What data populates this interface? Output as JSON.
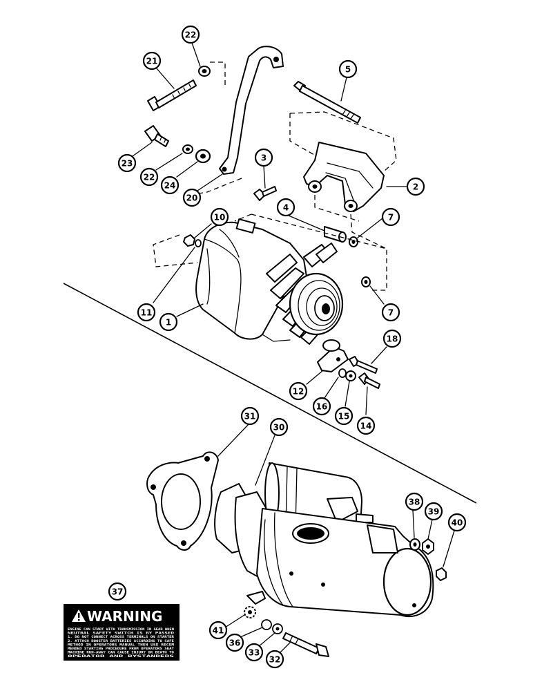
{
  "callouts": [
    {
      "num": "21"
    },
    {
      "num": "22"
    },
    {
      "num": "5"
    },
    {
      "num": "23"
    },
    {
      "num": "22"
    },
    {
      "num": "24"
    },
    {
      "num": "20"
    },
    {
      "num": "3"
    },
    {
      "num": "2"
    },
    {
      "num": "4"
    },
    {
      "num": "7"
    },
    {
      "num": "10"
    },
    {
      "num": "11"
    },
    {
      "num": "1"
    },
    {
      "num": "7"
    },
    {
      "num": "18"
    },
    {
      "num": "12"
    },
    {
      "num": "16"
    },
    {
      "num": "15"
    },
    {
      "num": "14"
    },
    {
      "num": "31"
    },
    {
      "num": "30"
    },
    {
      "num": "38"
    },
    {
      "num": "39"
    },
    {
      "num": "40"
    },
    {
      "num": "37"
    },
    {
      "num": "41"
    },
    {
      "num": "36"
    },
    {
      "num": "33"
    },
    {
      "num": "32"
    }
  ],
  "warning_label": {
    "title": "WARNING",
    "lines": [
      "ENGINE CAN START WITH TRANSMISSION IN GEAR WHEN",
      "NEUTRAL SAFETY SWITCH IS BY PASSED",
      "1. DO NOT CONNECT ACROSS TERMINALS ON STARTER",
      "2. ATTACH BOOSTER BATTERIES ACCORDING TO SAFE",
      "METHOD IN OPERATORS MANUAL  THEN USE RECOM",
      "MENDED STARTING PROCEDURE FROM OPERATORS SEAT",
      "MACHINE RUN-AWAY CAN CAUSE INJURY OR DEATH TO",
      "OPERATOR AND BYSTANDERS"
    ]
  }
}
